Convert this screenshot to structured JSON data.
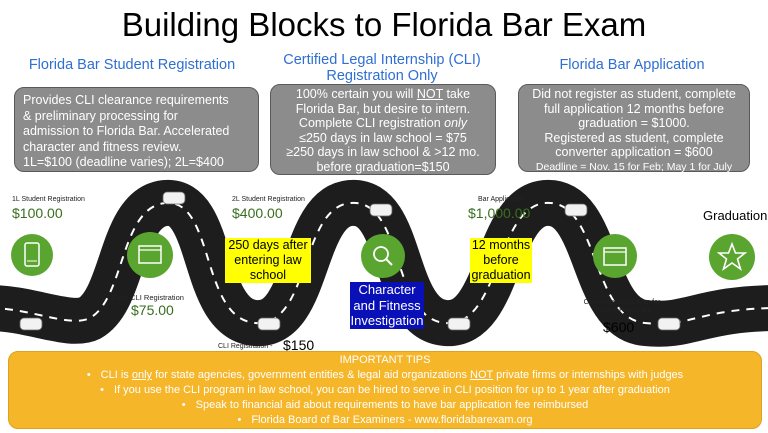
{
  "title": "Building Blocks to Florida Bar Exam",
  "columns": {
    "left": {
      "heading": "Florida Bar Student Registration",
      "lines": [
        "Provides CLI clearance requirements",
        "& preliminary processing for",
        "admission to Florida Bar. Accelerated",
        "character and fitness review.",
        "1L=$100 (deadline varies); 2L=$400"
      ]
    },
    "middle": {
      "heading_line1": "Certified Legal Internship (CLI)",
      "heading_line2": "Registration Only",
      "line1_pre": "100% certain you will ",
      "line1_emph": "NOT",
      "line1_post": " take",
      "line2": "Florida Bar, but desire to intern.",
      "line3_pre": "Complete CLI registration ",
      "line3_emph": "only",
      "line4": "≤250 days in law school = $75",
      "line5": "≥250 days in law school & >12 mo.",
      "line6": "before graduation=$150"
    },
    "right": {
      "heading": "Florida Bar Application",
      "lines": [
        "Did not register as student, complete",
        "full application 12 months before",
        "graduation = $1000.",
        "Registered as student, complete",
        "converter application = $600"
      ],
      "deadline": "Deadline = Nov. 15 for Feb; May 1 for July"
    }
  },
  "road": {
    "stops": [
      {
        "label": "1L Student Registration",
        "price": "$100.00",
        "icon": "tablet-icon"
      },
      {
        "label": "Early CLI  Registration",
        "price": "$75.00",
        "icon": "window-icon"
      },
      {
        "label": "2L Student Registration",
        "price": "$400.00"
      },
      {
        "label": "CLI Registration -",
        "price": "$150"
      },
      {
        "label": "Bar Application",
        "price": "$1,000.00"
      },
      {
        "label": "Converter Application for Student Registrant",
        "price": "$600",
        "icon": "window-icon"
      }
    ],
    "search_icon": "search-icon",
    "star_icon": "star-icon",
    "graduation": "Graduation",
    "note_250": "250 days after entering law school",
    "note_12": "12 months before graduation",
    "character": "Character and Fitness Investigation"
  },
  "colors": {
    "road": "#1d1d1d",
    "lane_marking": "#ffffff",
    "stop_green": "#5aa52f",
    "heading_blue": "#2f6fd1",
    "box_gray": "#8c8c8c",
    "tips_orange": "#f5b629",
    "highlight_yellow": "#ffff00",
    "highlight_blue": "#0a10b8"
  },
  "tips": {
    "heading": "IMPORTANT TIPS",
    "tip1_a": "CLI is ",
    "tip1_b": "only",
    "tip1_c": " for state agencies, government entities & legal aid organizations ",
    "tip1_d": "NOT",
    "tip1_e": " private firms or internships with judges",
    "tip2": "If you use the CLI program in law school, you can be hired to serve in CLI position for up to 1 year after graduation",
    "tip3": "Speak to financial aid about requirements to have bar application fee reimbursed",
    "tip4": "Florida Board of Bar Examiners - www.floridabarexam.org"
  }
}
